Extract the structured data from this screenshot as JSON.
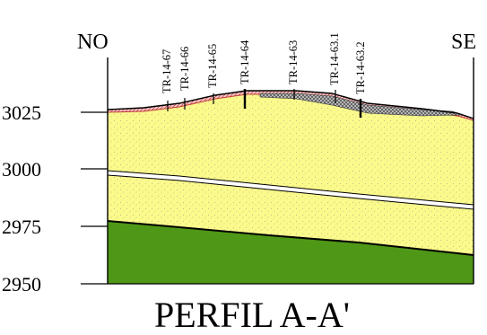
{
  "labels": {
    "left_end": "NO",
    "right_end": "SE",
    "caption": "PERFIL A-A'"
  },
  "elevation_axis": {
    "ticks": [
      "3025",
      "3000",
      "2975",
      "2950"
    ]
  },
  "boreholes": [
    {
      "id": "TR-14-67"
    },
    {
      "id": "TR-14-66"
    },
    {
      "id": "TR-14-65"
    },
    {
      "id": "TR-14-64"
    },
    {
      "id": "TR-14-63"
    },
    {
      "id": "TR-14-63.1"
    },
    {
      "id": "TR-14-63.2"
    }
  ],
  "colors": {
    "yellow_unit": "#fbfb8c",
    "yellow_speckle": "#c9b98a",
    "green_unit": "#4f9716",
    "red_cover": "#c43a3a",
    "hatched_cover": "#7a7a7a",
    "outline": "#000000"
  }
}
